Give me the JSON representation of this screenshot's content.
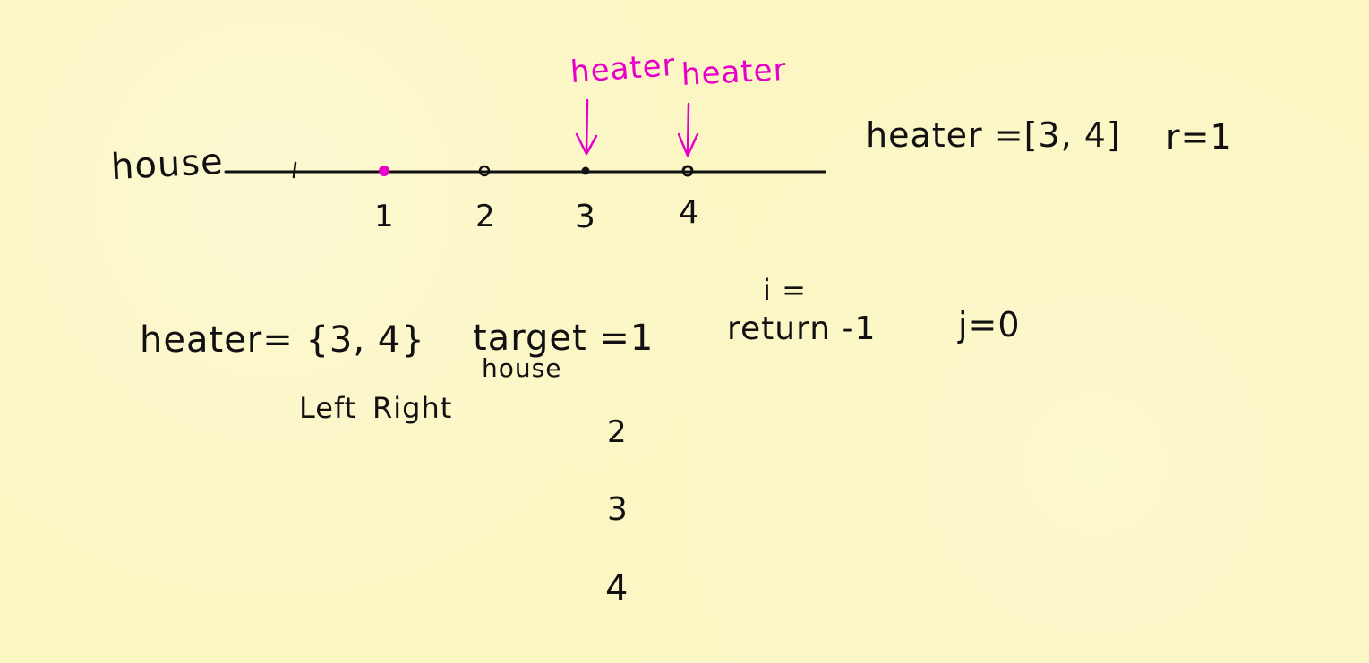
{
  "colors": {
    "paper": "#fbf6c2",
    "ink": "#111111",
    "highlight": "#e600c8"
  },
  "number_line": {
    "label": "house",
    "tick_labels": [
      "1",
      "2",
      "3",
      "4"
    ],
    "highlighted_point": "1",
    "heater_markers": [
      "heater",
      "heater"
    ]
  },
  "top_right": {
    "heater_array": "heater =[3, 4]",
    "radius": "r=1"
  },
  "notes": {
    "heater_set": "heater= {3, 4}",
    "left_label": "Left",
    "right_label": "Right",
    "target": "target =1",
    "house_under_target": "house",
    "i_value": "i =",
    "return_value": "return -1",
    "j_value": "j=0",
    "column_values": [
      "2",
      "3",
      "4"
    ]
  }
}
